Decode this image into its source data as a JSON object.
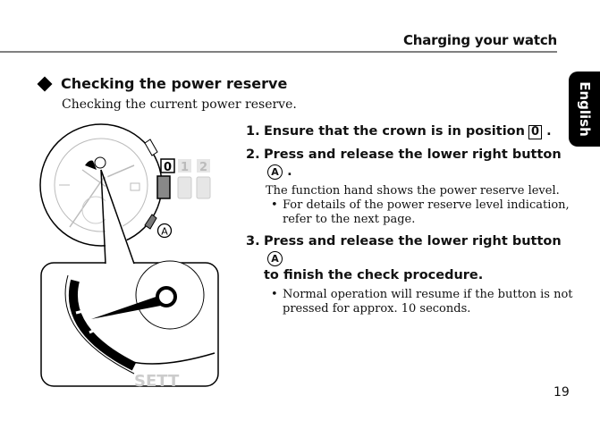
{
  "header": {
    "title": "Charging your watch"
  },
  "language_tab": {
    "label": "English"
  },
  "section": {
    "title": "Checking the power reserve",
    "subtitle": "Checking the current power reserve."
  },
  "steps": [
    {
      "number": "1.",
      "text": "Ensure that the crown is in position",
      "symbol": "0",
      "symbol_type": "boxed",
      "suffix": "."
    },
    {
      "number": "2.",
      "text": "Press and release the lower right button",
      "symbol": "A",
      "symbol_type": "circled",
      "suffix": ".",
      "body": "The function hand shows the power reserve level.",
      "bullets": [
        "For details of the power reserve level indication, refer to the next page."
      ]
    },
    {
      "number": "3.",
      "text": "Press and release the lower right button",
      "symbol": "A",
      "symbol_type": "circled",
      "text2": "to finish the check procedure.",
      "bullets": [
        "Normal operation will resume if the button is not pressed for approx. 10 seconds."
      ]
    }
  ],
  "illustration": {
    "crown_positions": [
      "0",
      "1",
      "2"
    ],
    "active_position": "0",
    "button_label": "A",
    "dial_text": "SETT"
  },
  "page_number": "19"
}
